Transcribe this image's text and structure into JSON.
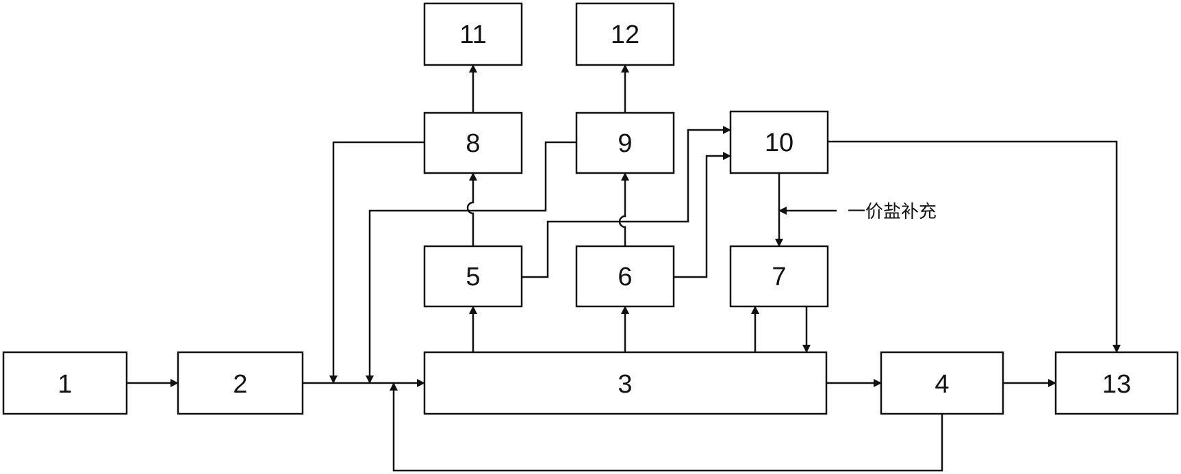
{
  "labels": {
    "b1": "1",
    "b2": "2",
    "b3": "3",
    "b4": "4",
    "b5": "5",
    "b6": "6",
    "b7": "7",
    "b8": "8",
    "b9": "9",
    "b10": "10",
    "b11": "11",
    "b12": "12",
    "b13": "13"
  },
  "annotation": "一价盐补充",
  "colors": {
    "stroke": "#111111",
    "background": "#ffffff"
  }
}
